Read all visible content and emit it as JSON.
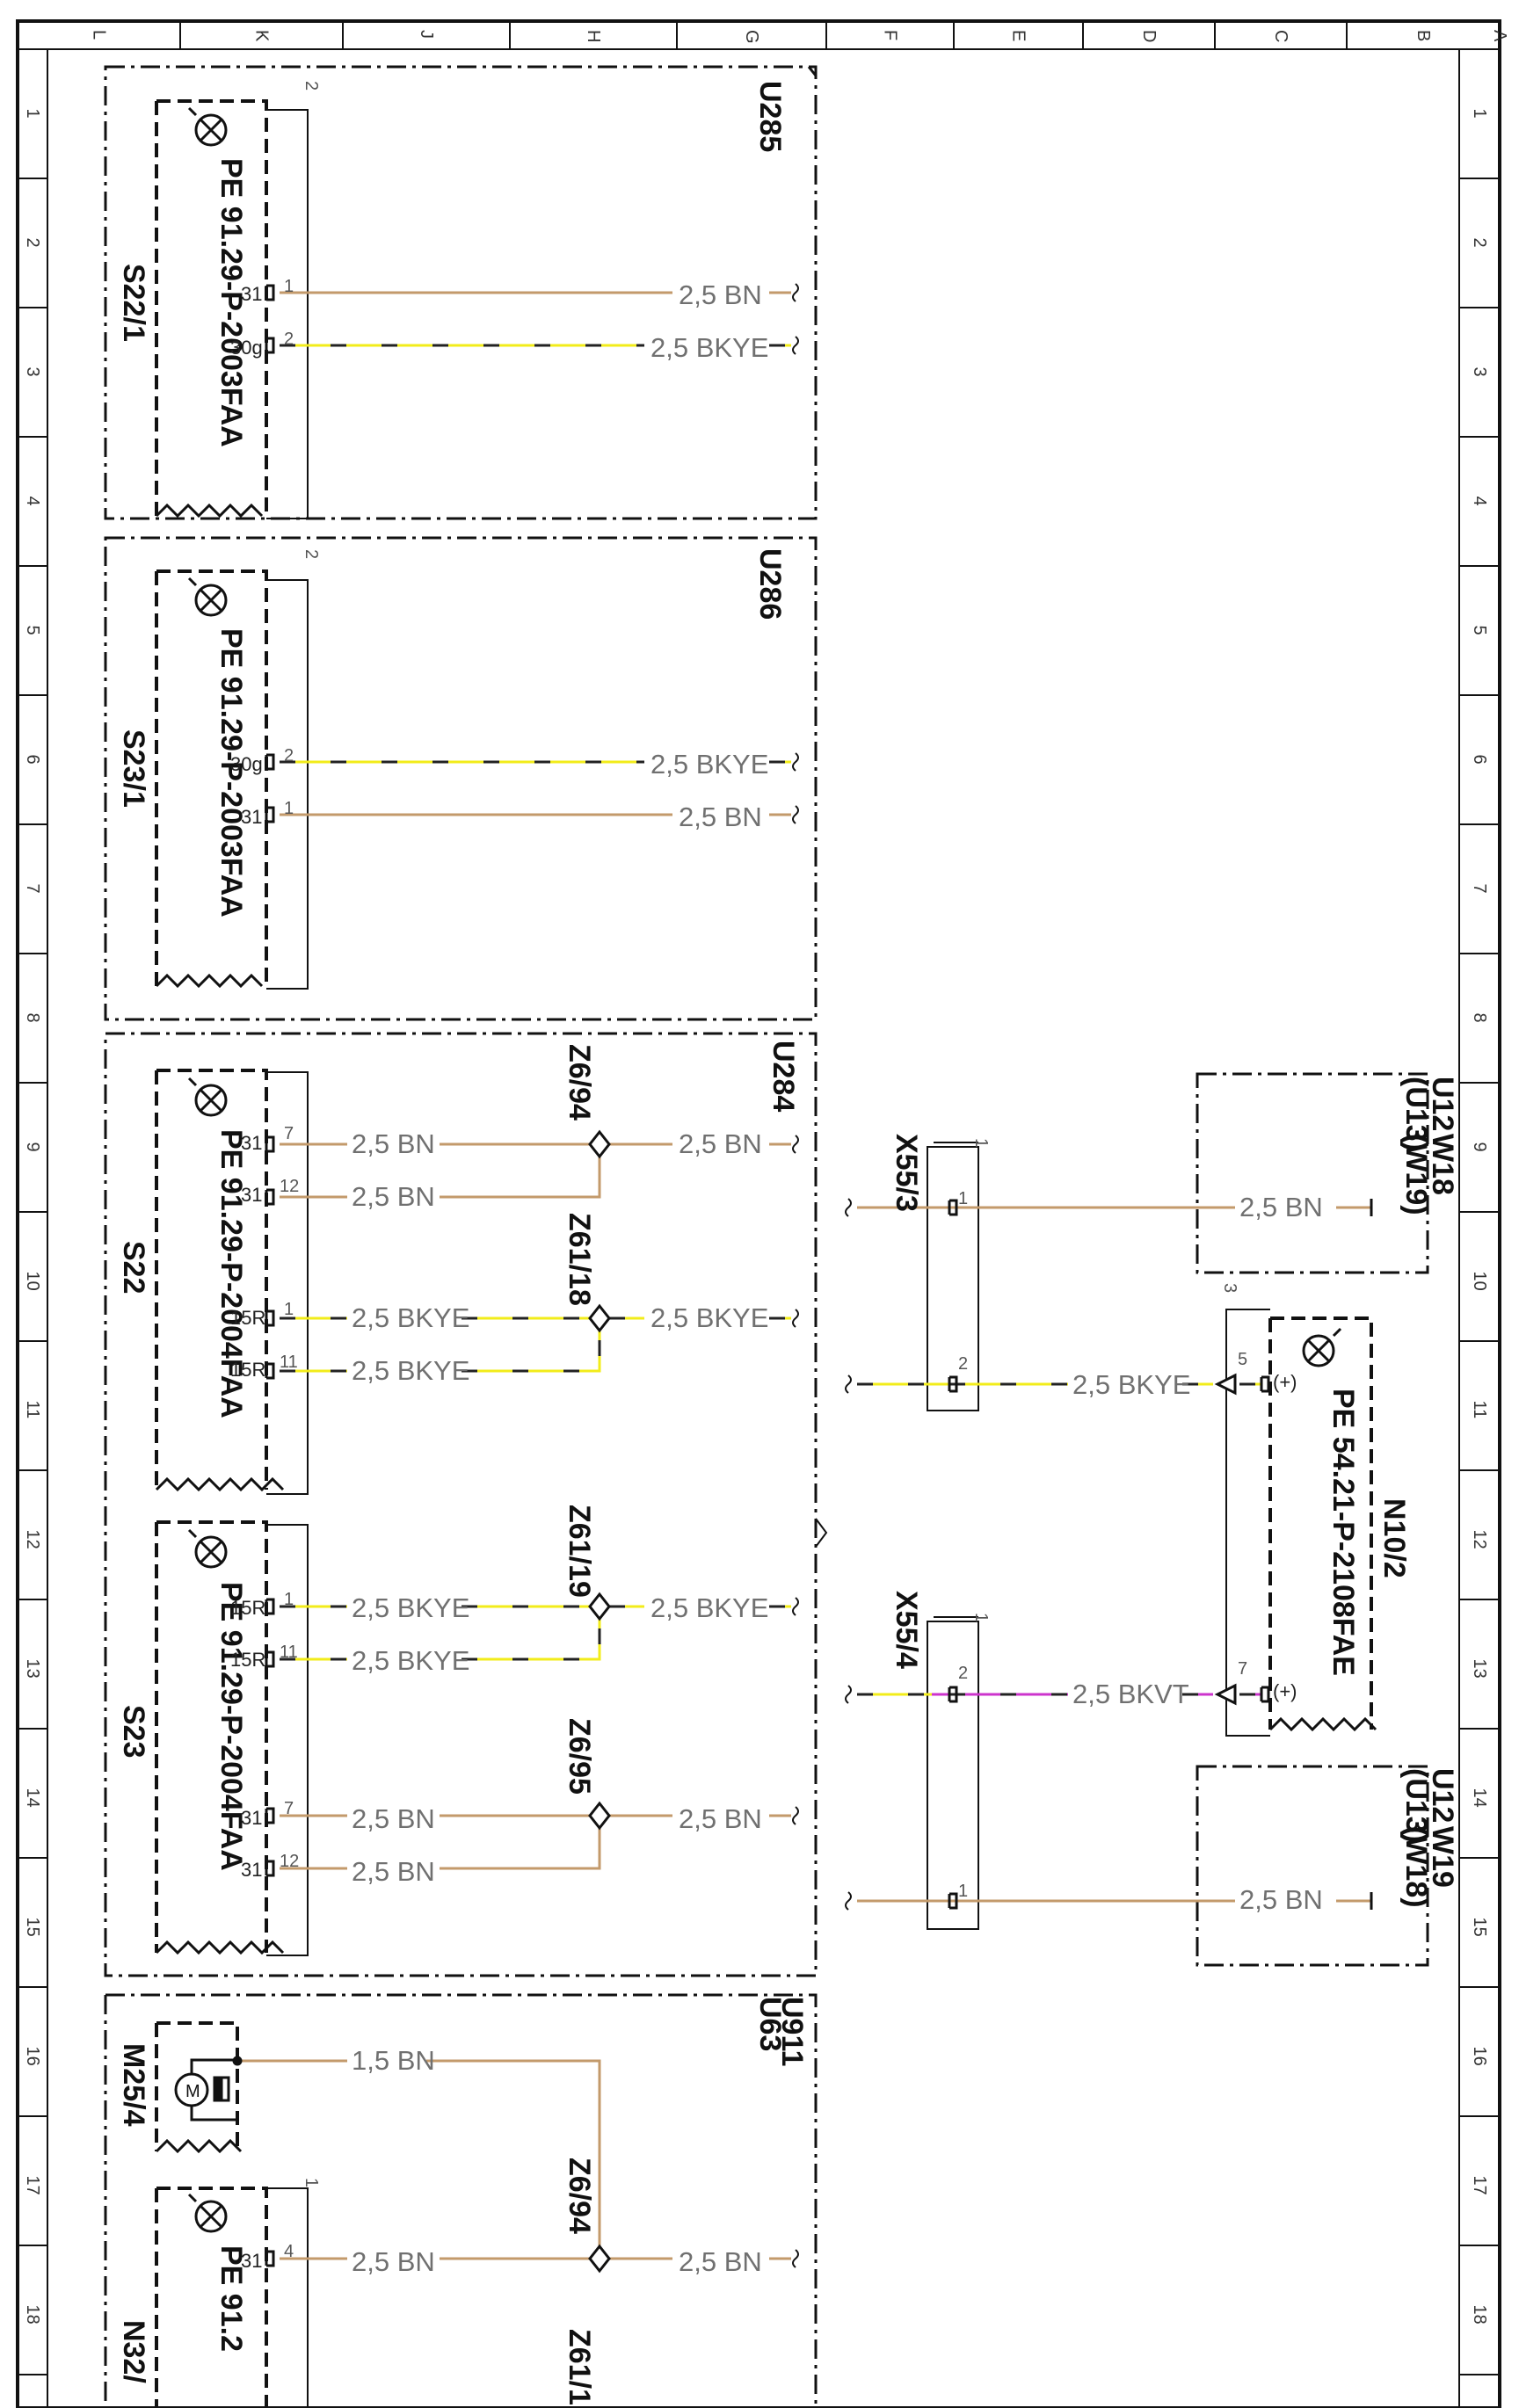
{
  "grid": {
    "letters": [
      "L",
      "K",
      "J",
      "H",
      "G",
      "F",
      "E",
      "D",
      "C",
      "B",
      "A"
    ],
    "numbers": [
      "1",
      "2",
      "3",
      "4",
      "5",
      "6",
      "7",
      "8",
      "9",
      "10",
      "11",
      "12",
      "13",
      "14",
      "15",
      "16",
      "17",
      "18"
    ]
  },
  "colors": {
    "BN": "#c39a6b",
    "YE": "#f2ec1a",
    "BK": "#222222",
    "VT": "#cc33cc",
    "frame": "#111111"
  },
  "modules": {
    "U285": "U285",
    "U286": "U286",
    "U284": "U284",
    "U911": "U911",
    "U63": "U63"
  },
  "components": {
    "S22_1": {
      "name": "S22/1",
      "pe": "PE 91.29-P-2003FAA",
      "conn": "2"
    },
    "S23_1": {
      "name": "S23/1",
      "pe": "PE 91.29-P-2003FAA",
      "conn": "2"
    },
    "S22": {
      "name": "S22",
      "pe": "PE 91.29-P-2004FAA"
    },
    "S23": {
      "name": "S23",
      "pe": "PE 91.29-P-2004FAA"
    },
    "N32": {
      "name": "N32/",
      "pe": "PE 91.2",
      "conn": "1"
    },
    "M25_4": {
      "name": "M25/4"
    },
    "N10_2": {
      "name": "N10/2",
      "pe": "PE 54.21-P-2108FAE",
      "conn": "3"
    },
    "X55_3": {
      "name": "X55/3",
      "conn": "1"
    },
    "X55_4": {
      "name": "X55/4",
      "conn": "1"
    },
    "U12a": {
      "name": "U12",
      "alt": "(U13)",
      "ref": "W18",
      "refalt": "(W19)"
    },
    "U12b": {
      "name": "U12",
      "alt": "(U13)",
      "ref": "W19",
      "refalt": "(W18)"
    }
  },
  "splices": {
    "z6_94": "Z6/94",
    "z61_18": "Z61/18",
    "z61_19": "Z61/19",
    "z6_95": "Z6/95",
    "z6_94b": "Z6/94",
    "z61_bottom": "Z61/1"
  },
  "pins": {
    "p31": "31",
    "p30g": "30g",
    "p15R": "15R",
    "n1": "1",
    "n2": "2",
    "n4": "4",
    "n5": "5",
    "n7": "7",
    "n11": "11",
    "n12": "12",
    "plus": "(+)"
  },
  "wires": {
    "bn25": "2,5 BN",
    "bkye25": "2,5 BKYE",
    "bkvt25": "2,5 BKVT",
    "bn15": "1,5 BN"
  }
}
